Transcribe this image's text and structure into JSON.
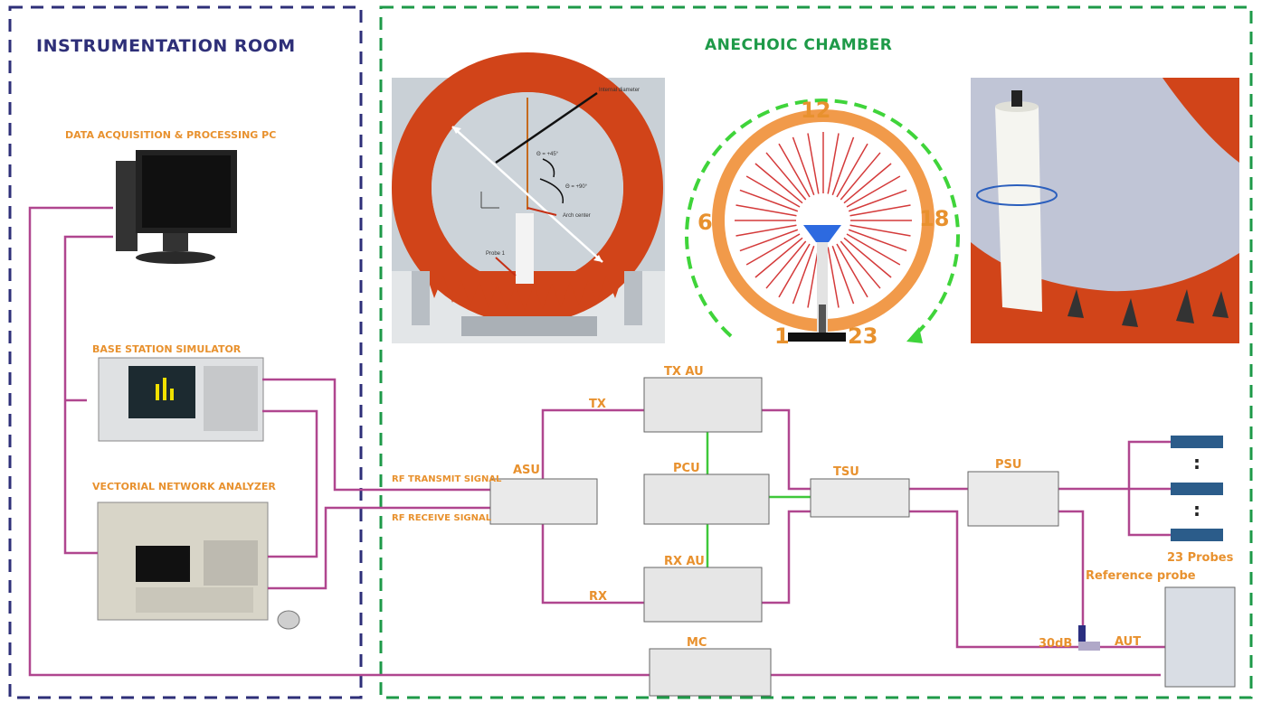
{
  "rooms": {
    "instrumentation": {
      "title": "INSTRUMENTATION ROOM",
      "color": "#2e2f78"
    },
    "chamber": {
      "title": "ANECHOIC CHAMBER",
      "color": "#1e9a48"
    }
  },
  "equipment": {
    "pc": "DATA  ACQUISITION & PROCESSING PC",
    "bss": "BASE STATION SIMULATOR",
    "vna": "VECTORIAL NETWORK ANALYZER"
  },
  "signals": {
    "transmit": "RF TRANSMIT SIGNAL",
    "receive": "RF RECEIVE SIGNAL"
  },
  "units": {
    "asu": "ASU",
    "tx_au": "TX AU",
    "pcu": "PCU",
    "rx_au": "RX AU",
    "tsu": "TSU",
    "psu": "PSU",
    "mc": "MC",
    "tx": "TX",
    "rx": "RX"
  },
  "probes": {
    "count_label": "23 Probes",
    "reference": "Reference probe",
    "attenuator": "30dB",
    "aut": "AUT",
    "dots": ":"
  },
  "arch_numbers": {
    "top": "12",
    "left": "6",
    "right": "18",
    "bottom_left": "1",
    "bottom_right": "23"
  },
  "photo_labels": {
    "internal_diameter": "Internal diameter",
    "theta_45": "Θ = +45°",
    "theta_90": "Θ = +90°",
    "arch_center": "Arch center",
    "probe1": "Probe 1"
  },
  "colors": {
    "cable": "#b0468f",
    "control": "#3fc83a",
    "label": "#e8912e",
    "arch": "#cf3c17"
  }
}
